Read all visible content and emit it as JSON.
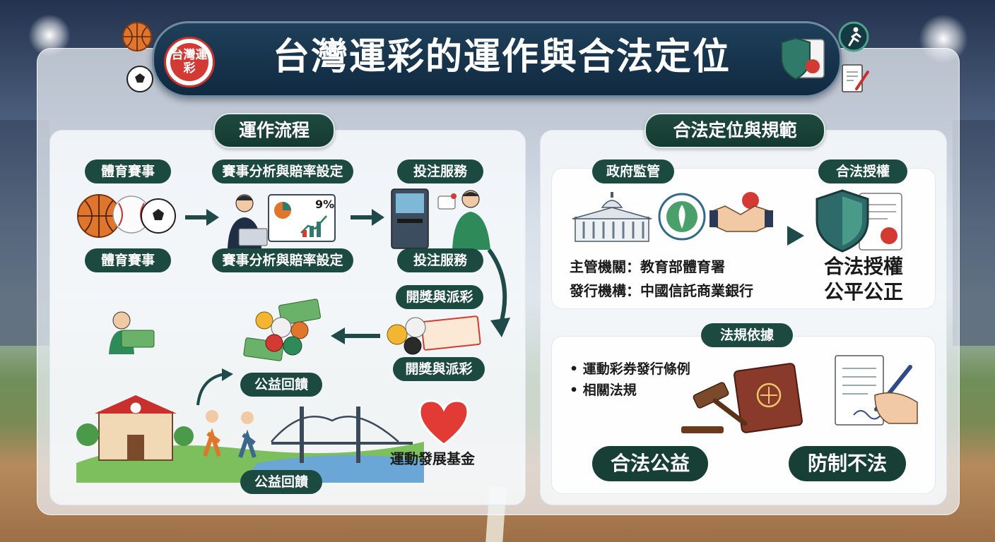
{
  "title": "台灣運彩的運作與合法定位",
  "logo_text": "台灣運彩",
  "operation": {
    "header": "運作流程",
    "steps": {
      "sports_top": "體育賽事",
      "sports_bottom": "體育賽事",
      "analysis_top": "賽事分析與賠率設定",
      "analysis_bottom": "賽事分析與賠率設定",
      "betting_top": "投注服務",
      "betting_bottom": "投注服務",
      "draw_top": "開獎與派彩",
      "draw_bottom": "開獎與派彩",
      "welfare_top": "公益回饋",
      "welfare_bottom": "公益回饋",
      "fund": "運動發展基金"
    },
    "chart_percent": "9%"
  },
  "legal": {
    "header": "合法定位與規範",
    "government": {
      "label": "政府監管",
      "authority": "主管機關：教育部體育署",
      "issuer": "發行機構：中國信託商業銀行"
    },
    "authorization": {
      "label": "合法授權",
      "line1": "合法授權",
      "line2": "公平公正"
    },
    "regulation": {
      "label": "法規依據",
      "items": [
        "運動彩券發行條例",
        "相關法規"
      ]
    },
    "badges": {
      "left": "合法公益",
      "right": "防制不法"
    }
  },
  "colors": {
    "title_bg": "#143048",
    "section_green": "#1c4a40",
    "accent_red": "#d33a34",
    "arrow_dark": "#1f4a4a"
  }
}
